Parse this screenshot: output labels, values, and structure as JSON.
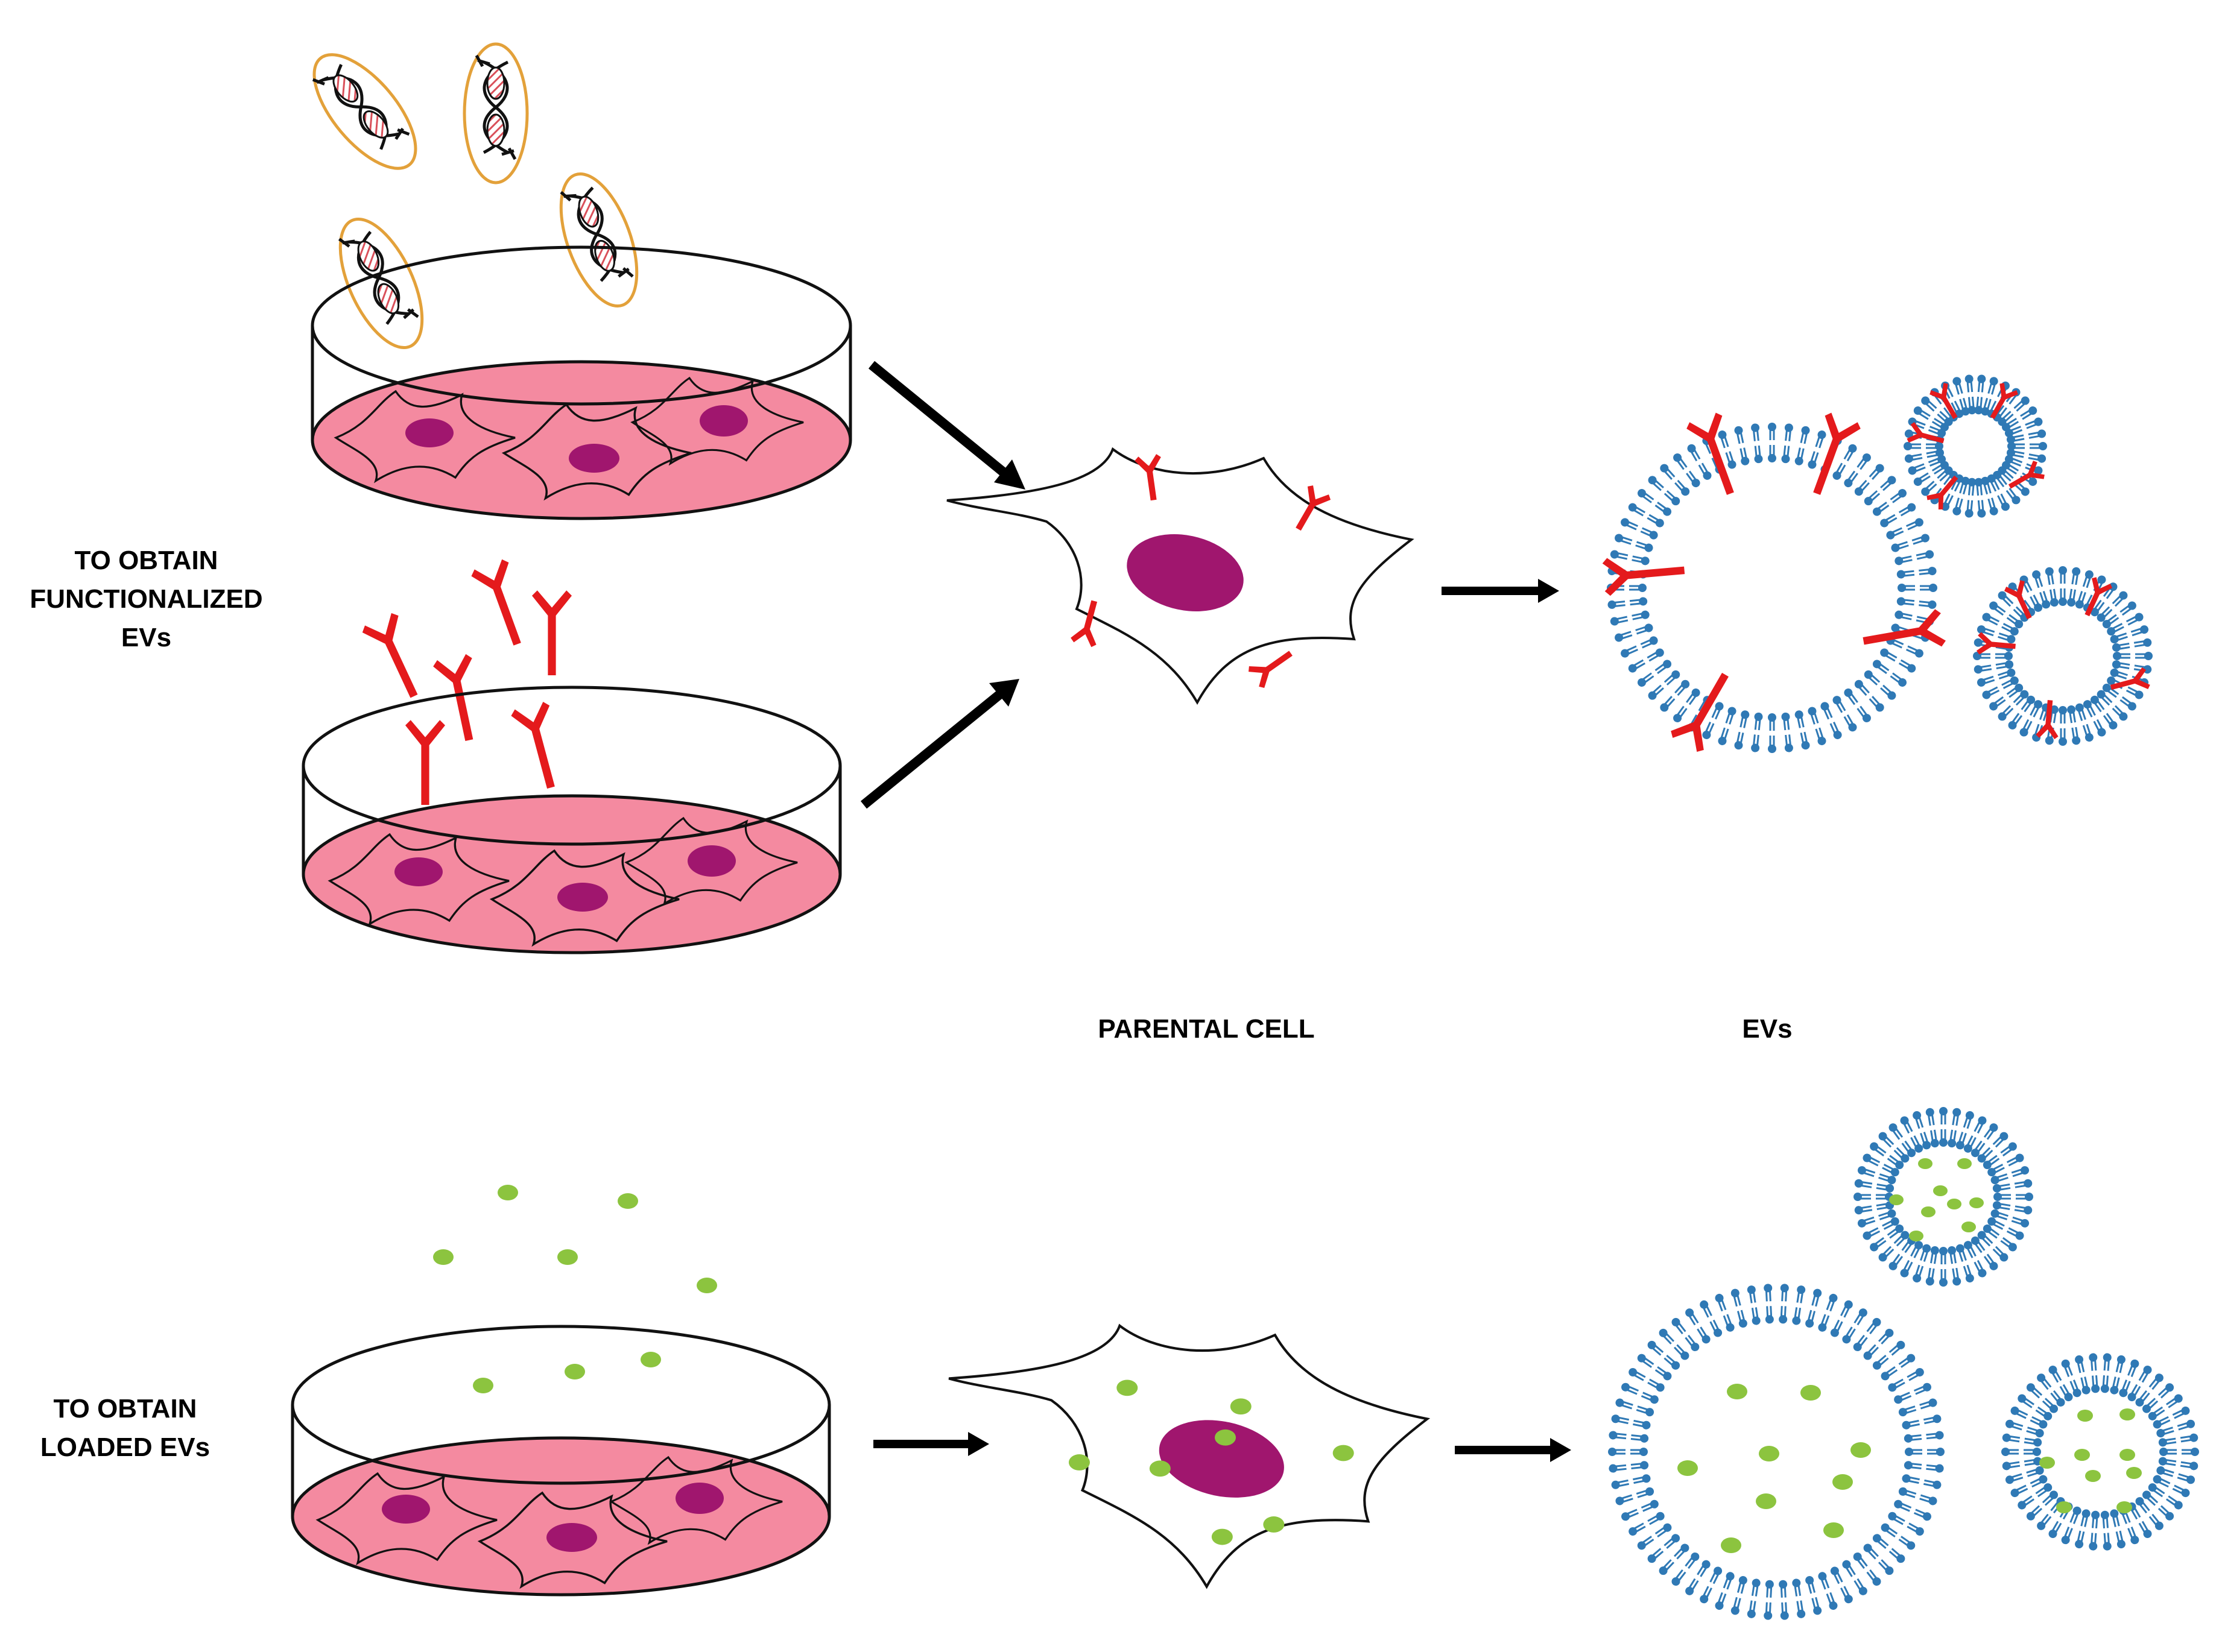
{
  "labels": {
    "functionalized": [
      "TO OBTAIN",
      "FUNCTIONALIZED",
      "EVs"
    ],
    "loaded": [
      "TO OBTAIN",
      "LOADED EVs"
    ],
    "parental_cell": "PARENTAL CELL",
    "evs": "EVs"
  },
  "colors": {
    "medium": "#f48aa0",
    "nucleus": "#a0166e",
    "antibody": "#e41a1c",
    "membrane": "#2f79b5",
    "cargo": "#8cc43f",
    "liposome_ring": "#e3a13a",
    "dna": "#d9505a"
  },
  "icons": [
    "culture-dish-icon",
    "liposome-dna-icon",
    "antibody-icon",
    "cargo-particle-icon",
    "parental-cell-icon",
    "extracellular-vesicle-icon",
    "arrow-icon"
  ]
}
